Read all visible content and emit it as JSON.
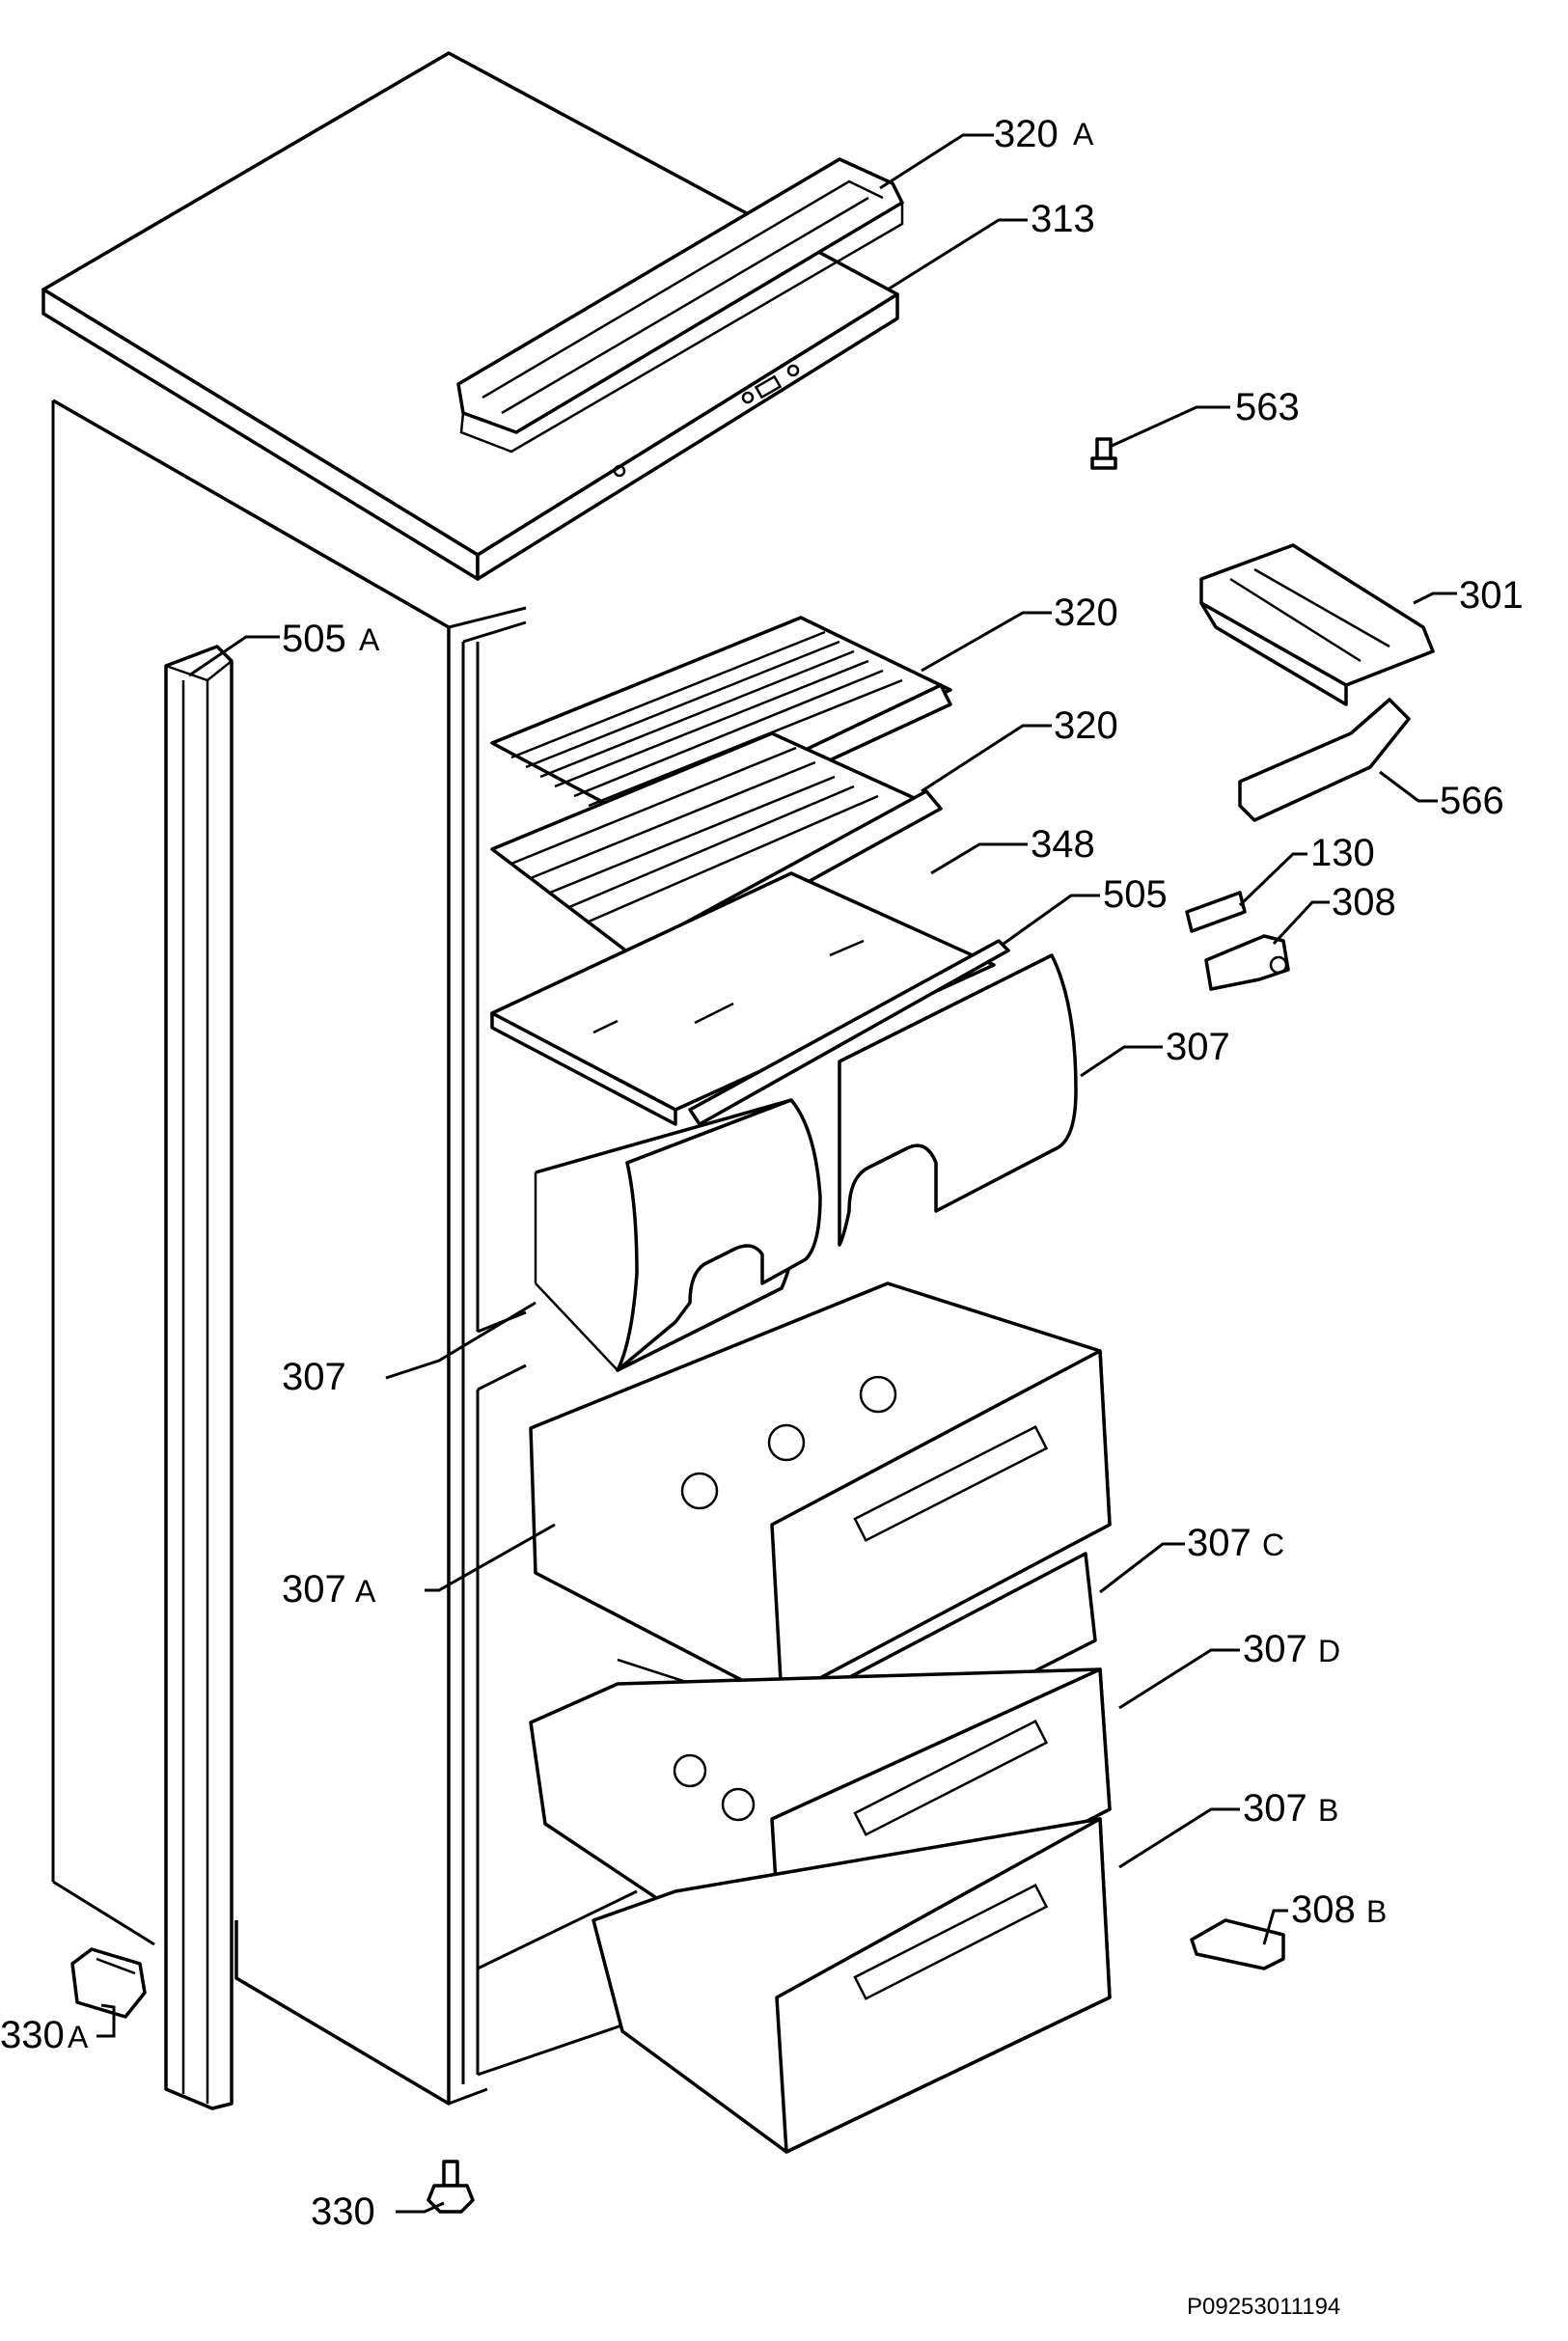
{
  "labels": {
    "l320a": {
      "num": "320",
      "suf": "A"
    },
    "l313": {
      "num": "313"
    },
    "l563": {
      "num": "563"
    },
    "l301": {
      "num": "301"
    },
    "l505a": {
      "num": "505",
      "suf": "A"
    },
    "l320_upper": {
      "num": "320"
    },
    "l320_lower": {
      "num": "320"
    },
    "l566": {
      "num": "566"
    },
    "l348": {
      "num": "348"
    },
    "l130": {
      "num": "130"
    },
    "l505": {
      "num": "505"
    },
    "l308": {
      "num": "308"
    },
    "l307_right": {
      "num": "307"
    },
    "l307_left": {
      "num": "307"
    },
    "l307a": {
      "num": "307",
      "suf": "A"
    },
    "l307c": {
      "num": "307",
      "suf": "C"
    },
    "l307d": {
      "num": "307",
      "suf": "D"
    },
    "l307b": {
      "num": "307",
      "suf": "B"
    },
    "l308b": {
      "num": "308",
      "suf": "B"
    },
    "l330a": {
      "num": "330",
      "suf": "A"
    },
    "l330": {
      "num": "330"
    }
  },
  "reference": "P09253011194"
}
